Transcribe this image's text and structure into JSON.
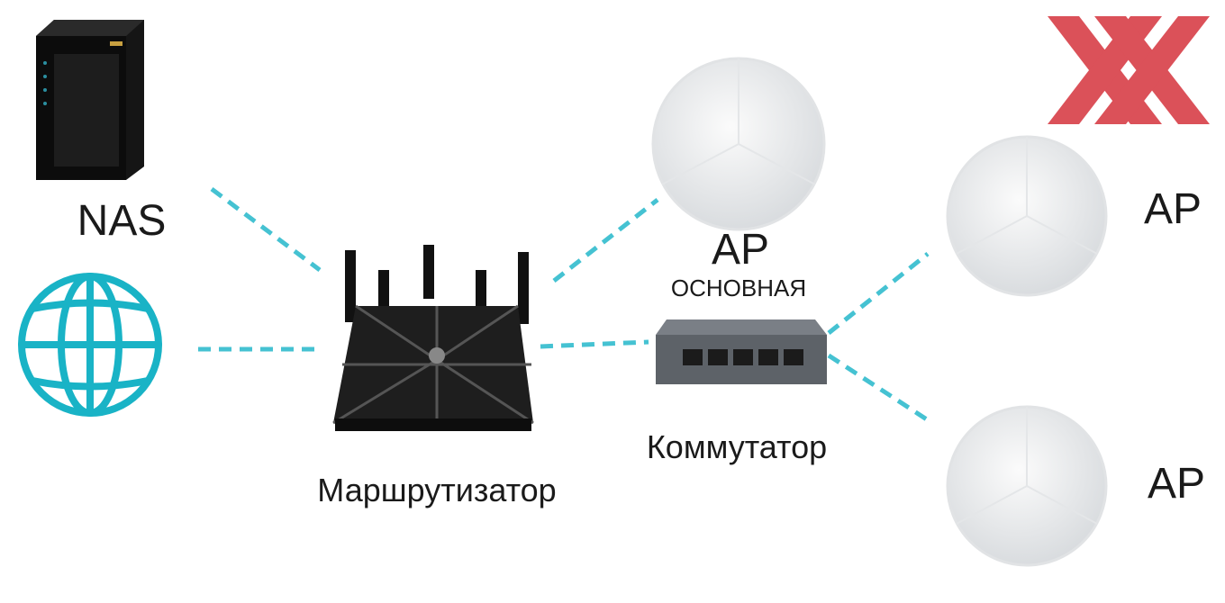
{
  "labels": {
    "nas": "NAS",
    "ap_main": "AP",
    "ap_main_sub": "ОСНОВНАЯ",
    "router": "Маршрутизатор",
    "switch": "Коммутатор",
    "ap_top": "AP",
    "ap_bottom": "AP"
  },
  "logo": {
    "text": "XX",
    "color": "#d9434b"
  },
  "colors": {
    "link": "#45c2d2",
    "globe": "#19b3c6"
  },
  "icons": [
    "nas-icon",
    "globe-icon",
    "router-icon",
    "switch-icon",
    "access-point-icon"
  ]
}
